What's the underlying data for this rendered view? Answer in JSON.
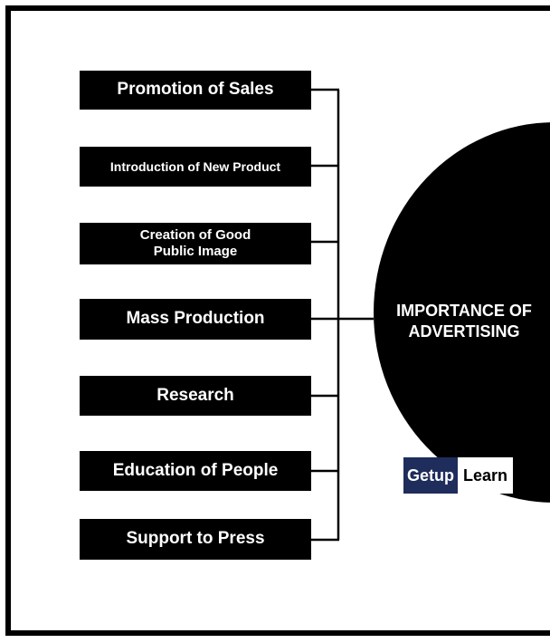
{
  "diagram": {
    "center_title": "IMPORTANCE OF ADVERTISING",
    "items": [
      "Promotion of Sales",
      "Introduction of New Product",
      "Creation of Good Public Image",
      "Mass Production",
      "Research",
      "Education of People",
      "Support to Press"
    ]
  },
  "brand": {
    "part1": "Getup",
    "part2": "Learn"
  },
  "colors": {
    "box": "#000000",
    "text_on_box": "#ffffff",
    "brand_blue": "#1f2d5c"
  }
}
